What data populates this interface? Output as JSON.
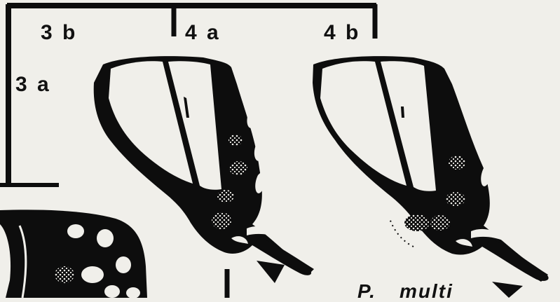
{
  "panel_labels": {
    "p3b": "3 b",
    "p4a": "4 a",
    "p4b": "4 b",
    "p3a": "3 a"
  },
  "caption": {
    "genus": "P.",
    "species": "multi"
  },
  "colors": {
    "paper": "#f0efea",
    "ink": "#0d0d0d"
  },
  "icons": [
    "butterfly-hindwing-drawing",
    "arrowhead-pointer-icon"
  ]
}
